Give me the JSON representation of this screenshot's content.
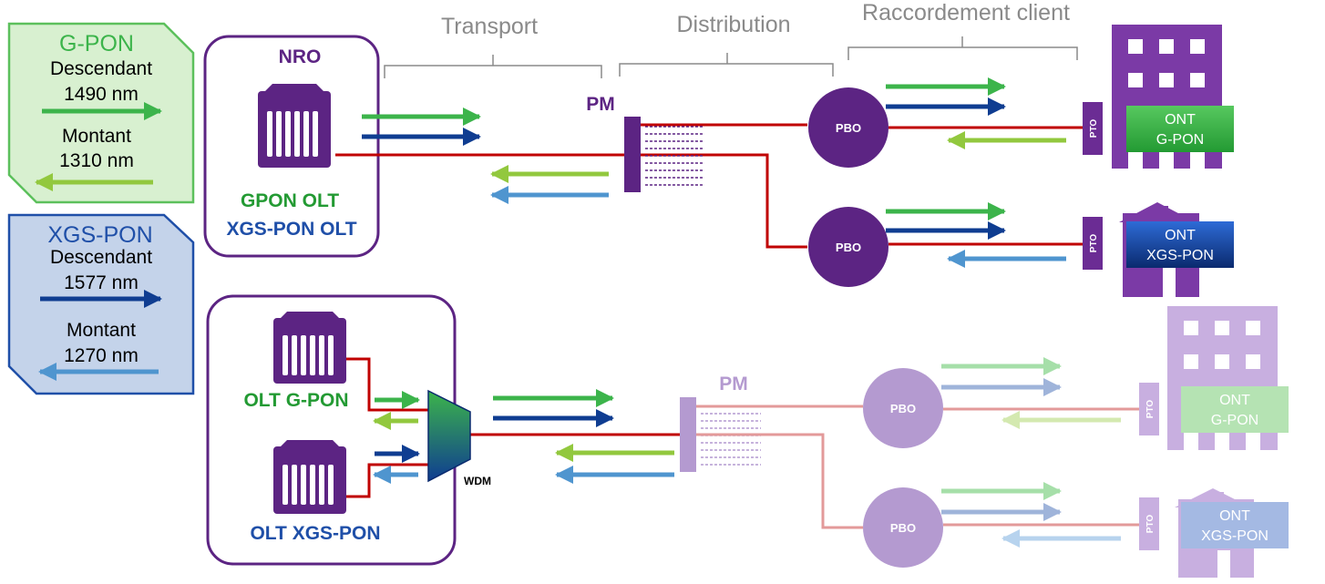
{
  "colors": {
    "gpon_green": "#3cb44b",
    "gpon_up": "#92c83e",
    "xgs_blue": "#0f3d91",
    "xgs_up": "#4f95cf",
    "fiber_red": "#c00000",
    "purple": "#5c2483",
    "purple_light": "#b49ad0",
    "legend_green_bg": "#d8f0d0",
    "legend_blue_bg": "#c4d3ea"
  },
  "legend": {
    "gpon": {
      "title": "G-PON",
      "down_label": "Descendant",
      "down_nm": "1490 nm",
      "up_label": "Montant",
      "up_nm": "1310 nm"
    },
    "xgs": {
      "title": "XGS-PON",
      "down_label": "Descendant",
      "down_nm": "1577 nm",
      "up_label": "Montant",
      "up_nm": "1270 nm"
    }
  },
  "sections": {
    "transport": "Transport",
    "distribution": "Distribution",
    "raccordement": "Raccordement client"
  },
  "top": {
    "nro": "NRO",
    "olt1": "GPON OLT",
    "olt2": "XGS-PON OLT",
    "pm": "PM"
  },
  "bottom": {
    "olt_gpon": "OLT G-PON",
    "olt_xgs": "OLT XGS-PON",
    "wdm": "WDM",
    "pm": "PM"
  },
  "pbo": "PBO",
  "pto": "PTO",
  "ont": {
    "line1": "ONT",
    "gpon": "G-PON",
    "xgs": "XGS-PON"
  }
}
